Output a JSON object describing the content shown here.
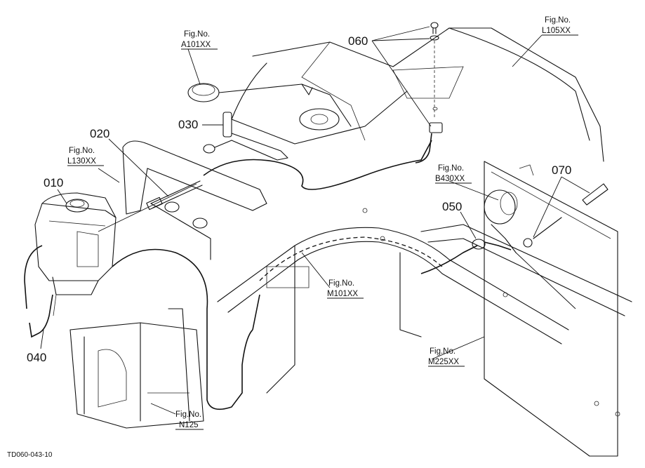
{
  "callouts": {
    "p010": "010",
    "p020": "020",
    "p030": "030",
    "p040": "040",
    "p050": "050",
    "p060": "060",
    "p070": "070"
  },
  "fig_refs": {
    "label": "Fig.No.",
    "a101": "A101XX",
    "l105": "L105XX",
    "l130": "L130XX",
    "b430": "B430XX",
    "m101": "M101XX",
    "m225": "M225XX",
    "n125": "N125"
  },
  "document_id": "TD060-043-10"
}
